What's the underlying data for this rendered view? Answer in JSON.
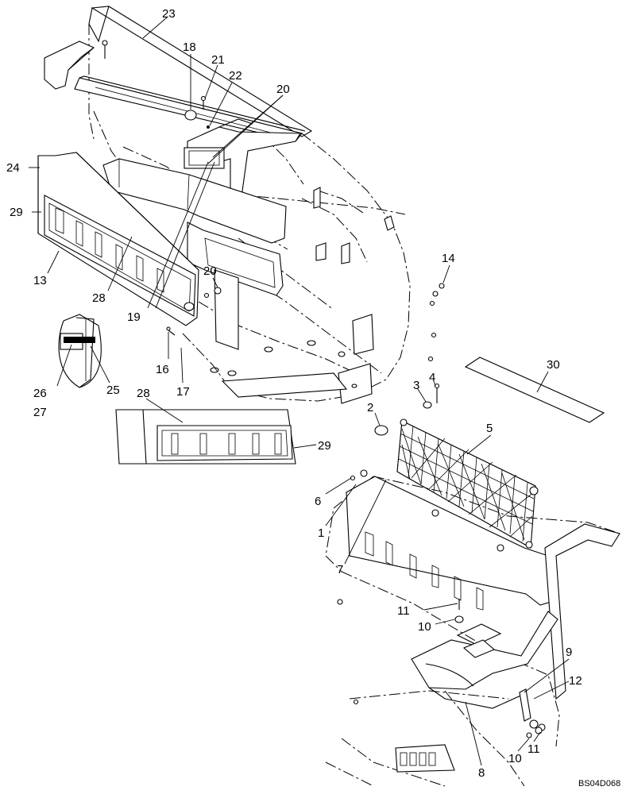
{
  "diagram": {
    "drawing_code": "BS04D068",
    "callouts": [
      {
        "id": "c23",
        "text": "23"
      },
      {
        "id": "c18",
        "text": "18"
      },
      {
        "id": "c21",
        "text": "21"
      },
      {
        "id": "c22",
        "text": "22"
      },
      {
        "id": "c20a",
        "text": "20"
      },
      {
        "id": "c24",
        "text": "24"
      },
      {
        "id": "c29a",
        "text": "29"
      },
      {
        "id": "c13",
        "text": "13"
      },
      {
        "id": "c28a",
        "text": "28"
      },
      {
        "id": "c20b",
        "text": "20"
      },
      {
        "id": "c19",
        "text": "19"
      },
      {
        "id": "c14",
        "text": "14"
      },
      {
        "id": "c16",
        "text": "16"
      },
      {
        "id": "c17",
        "text": "17"
      },
      {
        "id": "c26",
        "text": "26"
      },
      {
        "id": "c25",
        "text": "25"
      },
      {
        "id": "c27",
        "text": "27"
      },
      {
        "id": "c30",
        "text": "30"
      },
      {
        "id": "c3",
        "text": "3"
      },
      {
        "id": "c4",
        "text": "4"
      },
      {
        "id": "c2",
        "text": "2"
      },
      {
        "id": "c28b",
        "text": "28"
      },
      {
        "id": "c29b",
        "text": "29"
      },
      {
        "id": "c5",
        "text": "5"
      },
      {
        "id": "c6",
        "text": "6"
      },
      {
        "id": "c1",
        "text": "1"
      },
      {
        "id": "c7",
        "text": "7"
      },
      {
        "id": "c11a",
        "text": "11"
      },
      {
        "id": "c10a",
        "text": "10"
      },
      {
        "id": "c9",
        "text": "9"
      },
      {
        "id": "c12",
        "text": "12"
      },
      {
        "id": "c10b",
        "text": "10"
      },
      {
        "id": "c11b",
        "text": "11"
      },
      {
        "id": "c8",
        "text": "8"
      }
    ]
  }
}
